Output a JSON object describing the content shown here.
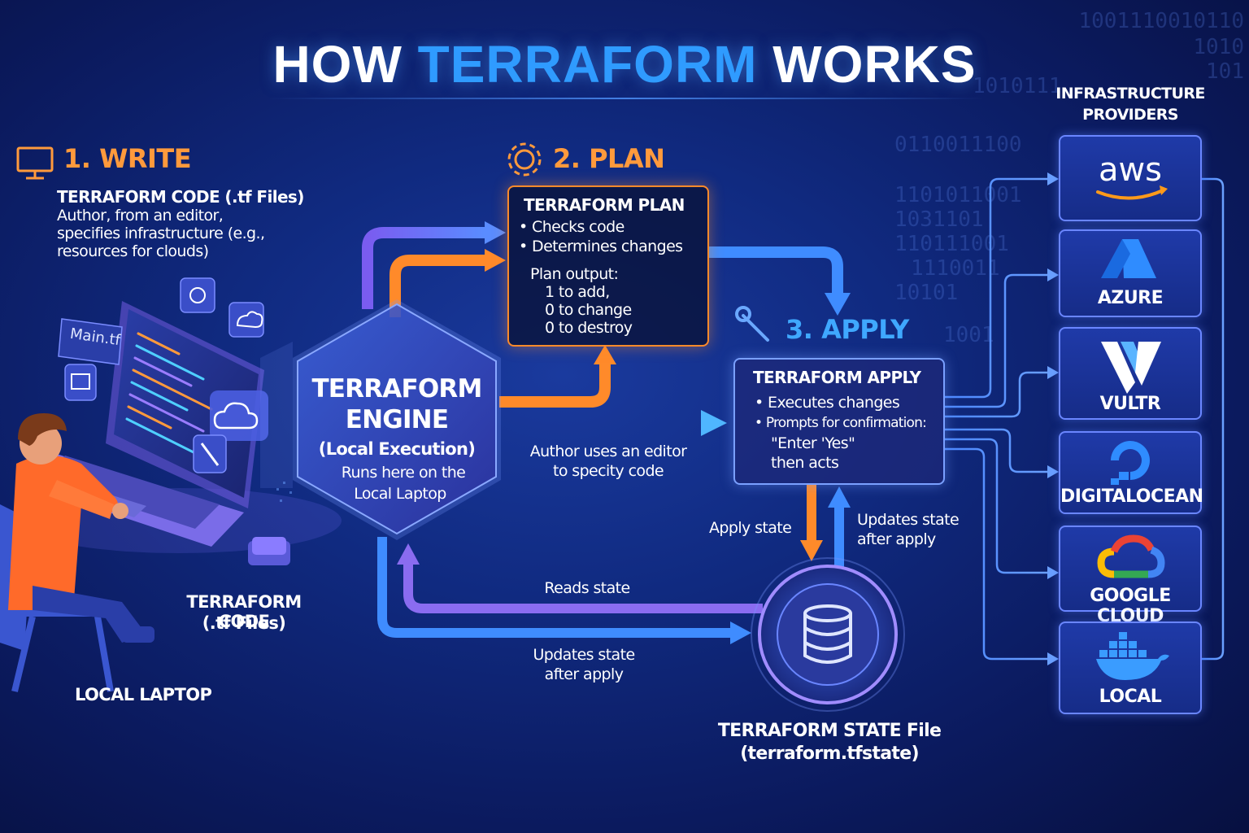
{
  "title": {
    "prefix": "HOW ",
    "highlight": "TERRAFORM",
    "suffix": " WORKS"
  },
  "write": {
    "step": "1. WRITE",
    "code_title": "TERRAFORM CODE (.tf Files)",
    "description": [
      "Author, from an editor,",
      "specifies infrastructure (e.g.,",
      "resources for clouds)"
    ],
    "file_tag": "Main.tf",
    "code_label": [
      "TERRAFORM CODE",
      "(.tf Files)"
    ],
    "laptop_label": "LOCAL LAPTOP"
  },
  "engine": {
    "title": [
      "TERRAFORM",
      "ENGINE"
    ],
    "subtitle": "(Local Execution)",
    "note": [
      "Runs here on the",
      "Local Laptop"
    ]
  },
  "plan": {
    "step": "2. PLAN",
    "box_title": "TERRAFORM PLAN",
    "bullets": [
      "• Checks code",
      "• Determines changes"
    ],
    "output_title": "Plan output:",
    "output_lines": [
      "1 to add,",
      "0 to change",
      "0 to destroy"
    ]
  },
  "apply": {
    "step": "3. APPLY",
    "box_title": "TERRAFORM APPLY",
    "bullets": [
      "• Executes changes",
      "• Prompts for confirmation:"
    ],
    "extra_lines": [
      "\"Enter 'Yes\"",
      "then acts"
    ]
  },
  "flow_labels": {
    "author": [
      "Author uses an editor",
      "to specity code"
    ],
    "apply_state": "Apply state",
    "updates_state_right": [
      "Updates state",
      "after apply"
    ],
    "reads_state": "Reads state",
    "updates_state_bottom": [
      "Updates state",
      "after apply"
    ]
  },
  "state": {
    "label": [
      "TERRAFORM STATE File",
      "(terraform.tfstate)"
    ]
  },
  "providers": {
    "heading": [
      "INFRASTRUCTURE",
      "PROVIDERS"
    ],
    "items": [
      {
        "label": "aws",
        "icon": "aws-logo-icon"
      },
      {
        "label": "AZURE",
        "icon": "azure-logo-icon"
      },
      {
        "label": "VULTR",
        "icon": "vultr-logo-icon"
      },
      {
        "label": "DIGITALOCEAN",
        "icon": "digitalocean-logo-icon"
      },
      {
        "label": "GOOGLE CLOUD",
        "icon": "google-cloud-logo-icon"
      },
      {
        "label": "LOCAL",
        "icon": "docker-whale-icon"
      }
    ]
  },
  "background_binary": [
    "1001110010110",
    "1010",
    "101",
    "1010111",
    "0110011100",
    "1101011001",
    "1031101",
    "110111001",
    "1110011",
    "10101",
    "1001"
  ],
  "colors": {
    "orange": "#ff8a2a",
    "blue": "#2f9bff",
    "purple": "#8a6cf0",
    "background": "#0b1a5e"
  }
}
